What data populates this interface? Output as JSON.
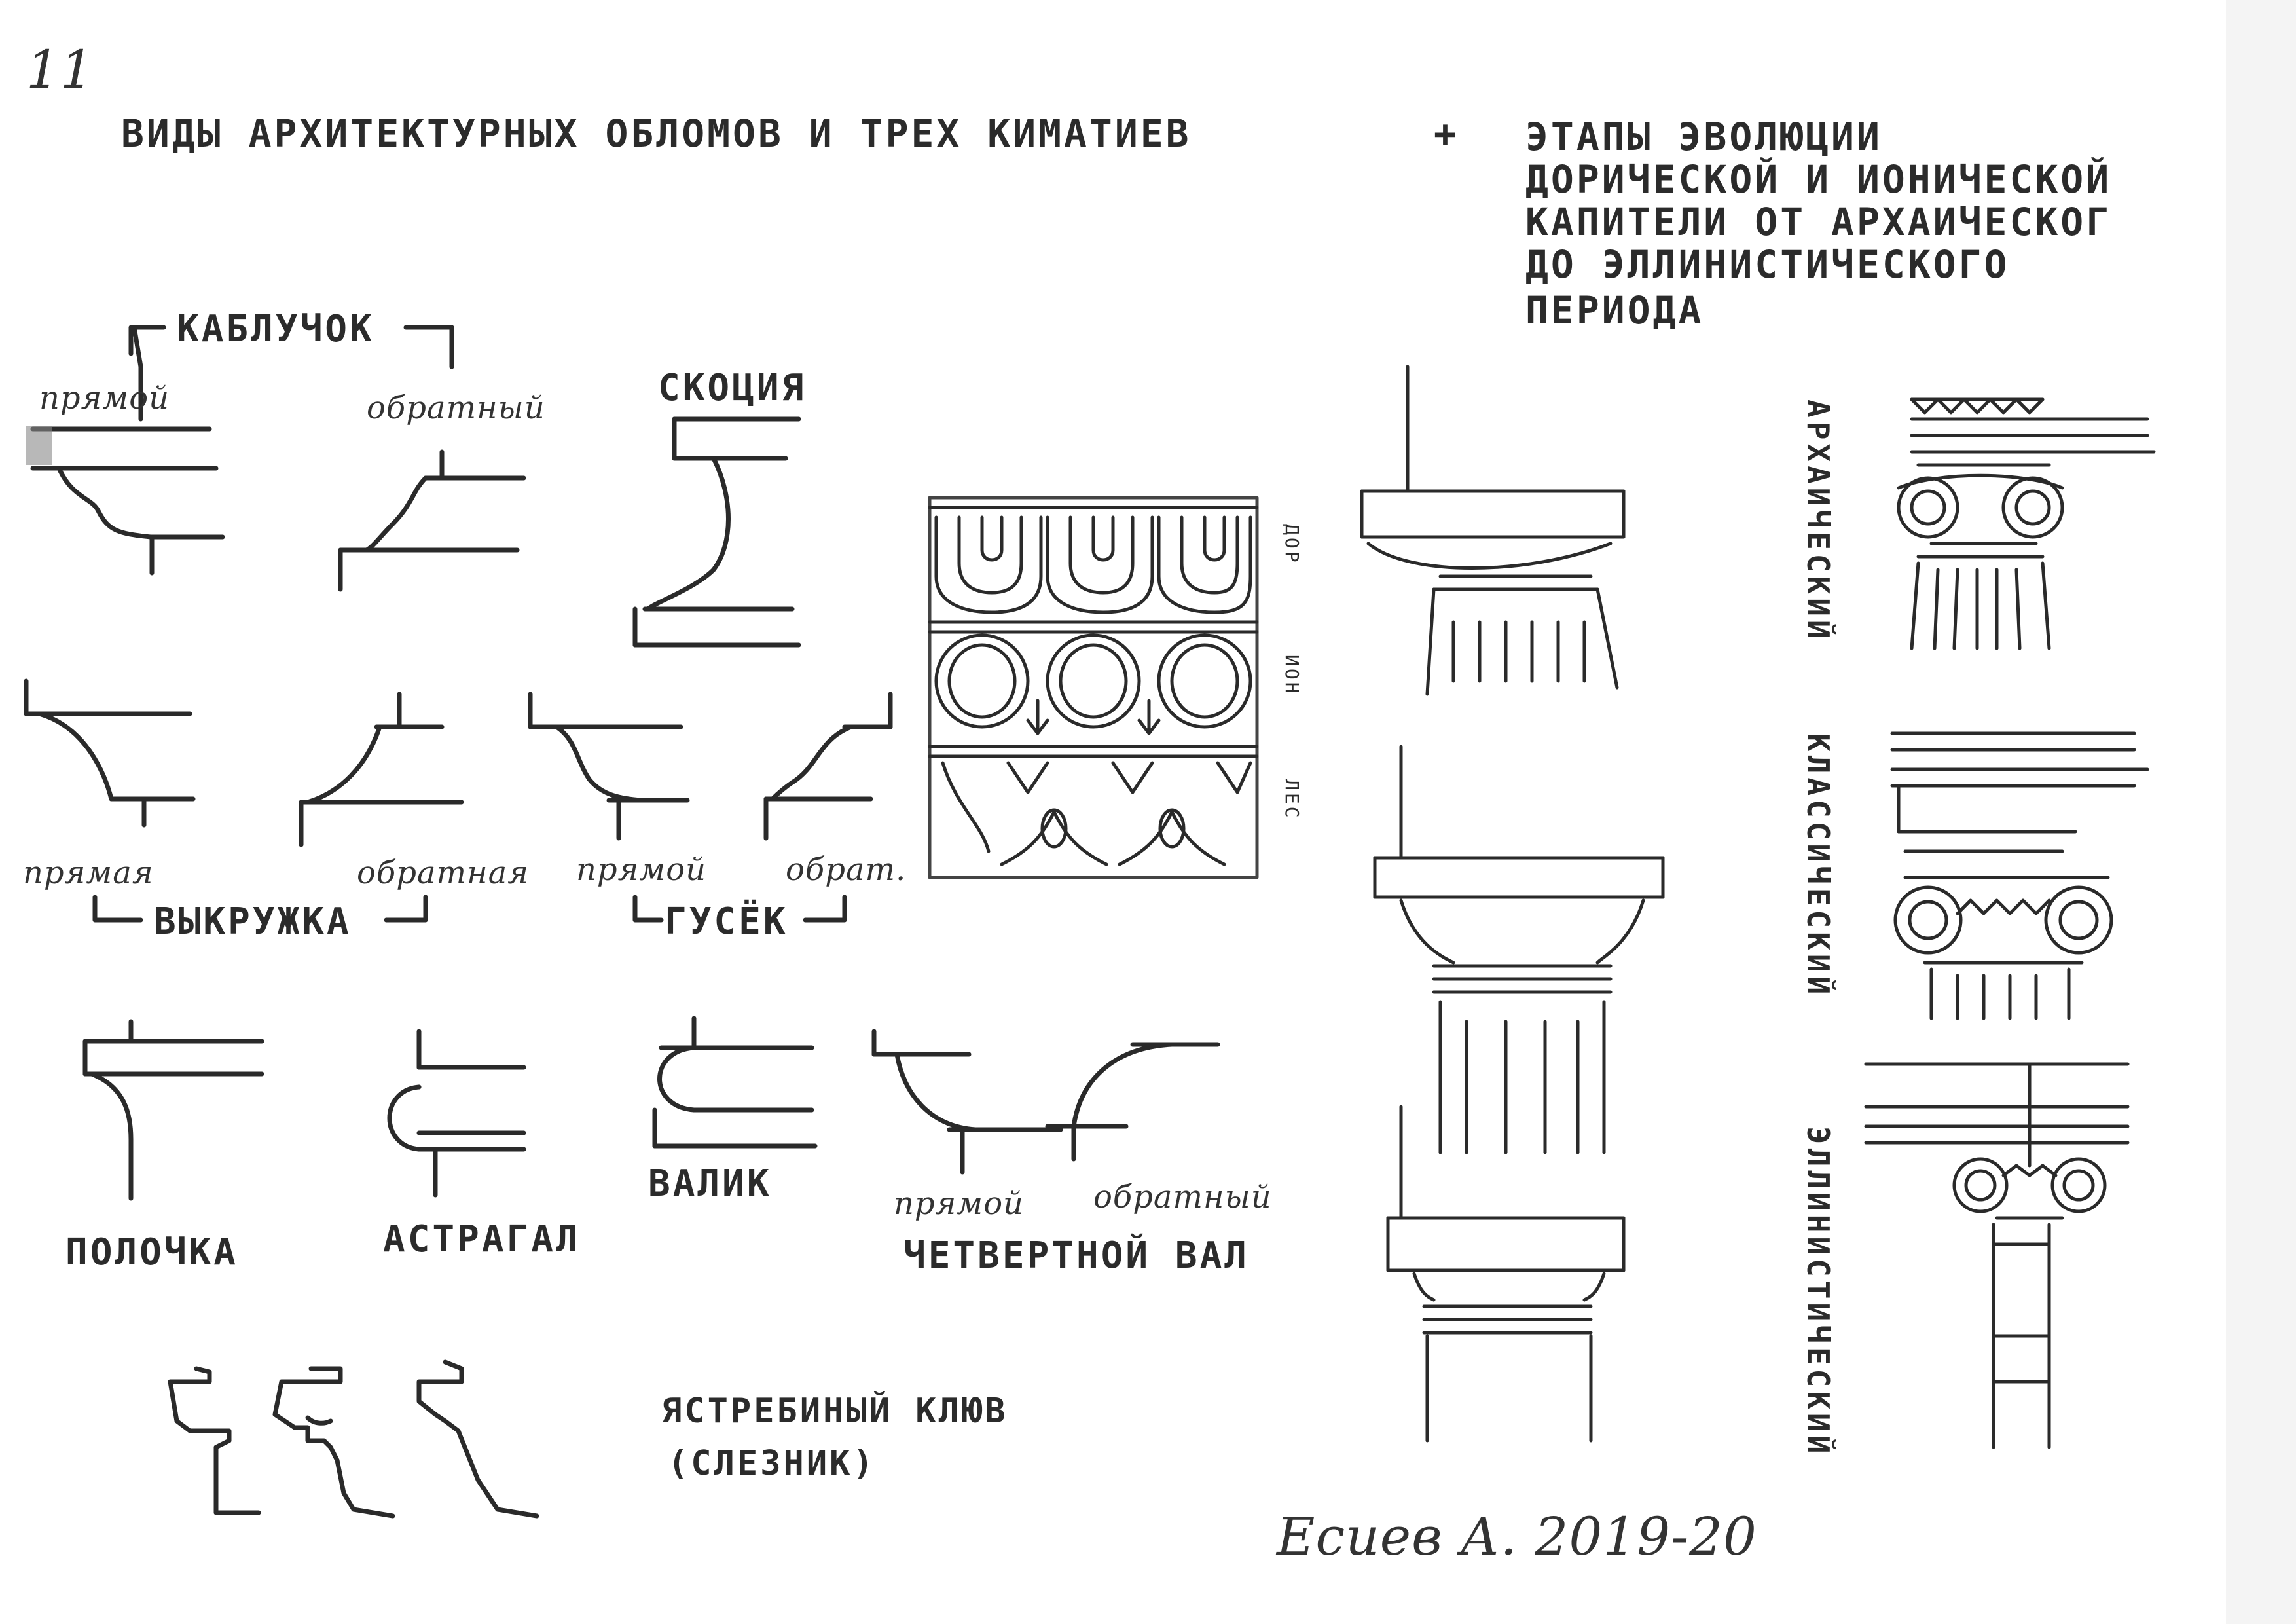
{
  "page": {
    "number": "11",
    "title_left": "ВИДЫ АРХИТЕКТУРНЫХ ОБЛОМОВ И ТРЕХ КИМАТИЕВ",
    "plus": "+",
    "title_right": [
      "ЭТАПЫ ЭВОЛЮЦИИ",
      "ДОРИЧЕСКОЙ И ИОНИЧЕСКОЙ",
      "КАПИТЕЛИ ОТ АРХАИЧЕСКОГ",
      "ДО ЭЛЛИНИСТИЧЕСКОГО",
      "ПЕРИОДА"
    ],
    "signature": "Есиев А. 2019-20"
  },
  "moldings": {
    "kabluchok": "КАБЛУЧОК",
    "kabluchok_direct": "прямой",
    "kabluchok_reverse": "обратный",
    "scotia": "СКОЦИЯ",
    "vykruzhka": "ВЫКРУЖКА",
    "vykruzhka_direct": "прямая",
    "vykruzhka_reverse": "обратная",
    "gusek": "ГУСЁК",
    "gusek_direct": "прямой",
    "gusek_reverse": "обрат.",
    "polochka": "ПОЛОЧКА",
    "astragal": "АСТРАГАЛ",
    "valik": "ВАЛИК",
    "quarter_direct": "прямой",
    "quarter_reverse": "обратный",
    "quarter_round": "ЧЕТВЕРТНОЙ ВАЛ",
    "hawk_beak": "ЯСТРЕБИНЫЙ КЛЮВ",
    "hawk_beak_alt": "(СЛЕЗНИК)"
  },
  "kymatia": {
    "doric": "ДОР",
    "ionic": "ИОН",
    "lesbian": "ЛЕС"
  },
  "capitals": {
    "archaic": "АРХАИЧЕСКИЙ",
    "classical": "КЛАССИЧЕСКИЙ",
    "hellenistic": "ЭЛЛИНИСТИЧЕСКИЙ"
  }
}
